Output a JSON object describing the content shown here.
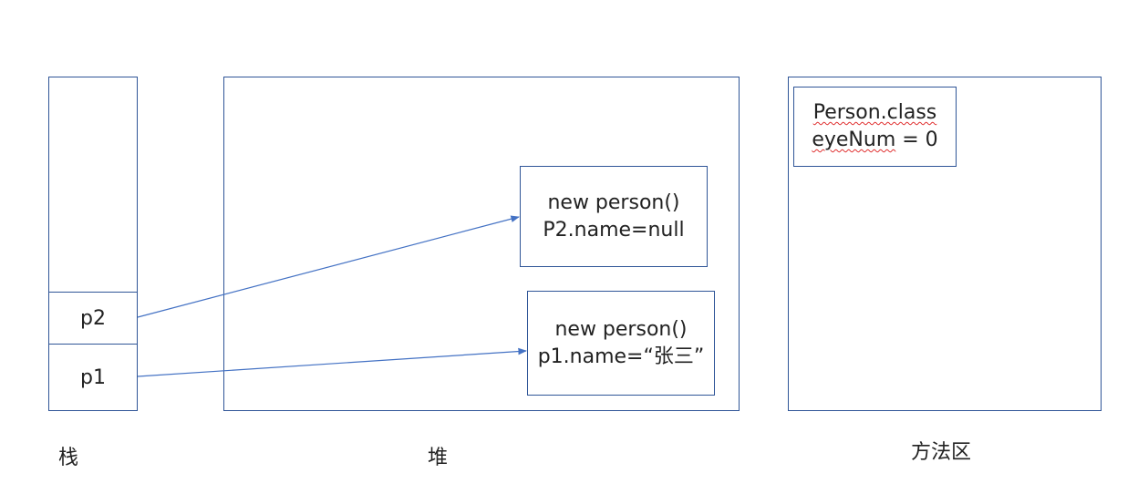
{
  "stack": {
    "label": "栈",
    "slots": [
      {
        "name": "p2"
      },
      {
        "name": "p1"
      }
    ]
  },
  "heap": {
    "label": "堆",
    "objects": [
      {
        "line1": "new person()",
        "line2": "P2.name=null"
      },
      {
        "line1": "new person()",
        "line2": "p1.name=“张三”"
      }
    ]
  },
  "method_area": {
    "label": "方法区",
    "class_box": {
      "class_name": "Person.class",
      "field_name": "eyeNum",
      "field_rest": " = 0"
    }
  },
  "colors": {
    "border": "#2f5597",
    "arrow": "#4472c4",
    "spellcheck_underline": "#e03030"
  }
}
